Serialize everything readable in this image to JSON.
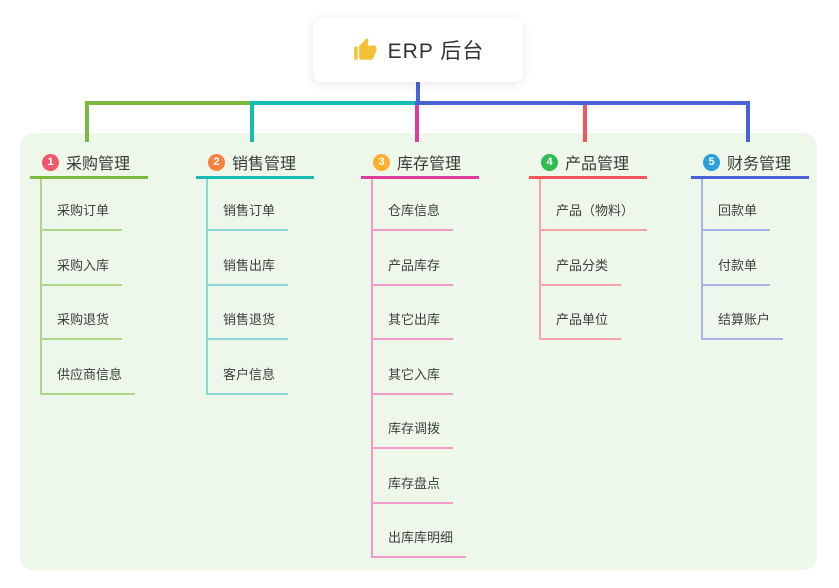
{
  "root": {
    "label": "ERP 后台",
    "icon": "thumbs-up-icon",
    "icon_color": "#F4C136",
    "line_color": "#4A62D8"
  },
  "panel": {
    "background": "#EDF7EA"
  },
  "branches": [
    {
      "num": "1",
      "label": "采购管理",
      "badge_color": "#F1566C",
      "line_color": "#7CBA3F",
      "light_color": "#ADD788",
      "children": [
        "采购订单",
        "采购入库",
        "采购退货",
        "供应商信息"
      ]
    },
    {
      "num": "2",
      "label": "销售管理",
      "badge_color": "#FB8140",
      "line_color": "#17BCB2",
      "light_color": "#8AD8D1",
      "children": [
        "销售订单",
        "销售出库",
        "销售退货",
        "客户信息"
      ]
    },
    {
      "num": "3",
      "label": "库存管理",
      "badge_color": "#FFAF2E",
      "line_color": "#DC3C9E",
      "light_color": "#F09BCA",
      "children": [
        "仓库信息",
        "产品库存",
        "其它出库",
        "其它入库",
        "库存调拨",
        "库存盘点",
        "出库库明细"
      ]
    },
    {
      "num": "4",
      "label": "产品管理",
      "badge_color": "#2EBD4E",
      "line_color": "#F2555C",
      "light_color": "#F7A3A6",
      "children": [
        "产品（物料）",
        "产品分类",
        "产品单位"
      ]
    },
    {
      "num": "5",
      "label": "财务管理",
      "badge_color": "#2BA1DB",
      "line_color": "#4A62D8",
      "light_color": "#A7B6EA",
      "children": [
        "回款单",
        "付款单",
        "结算账户"
      ]
    }
  ]
}
